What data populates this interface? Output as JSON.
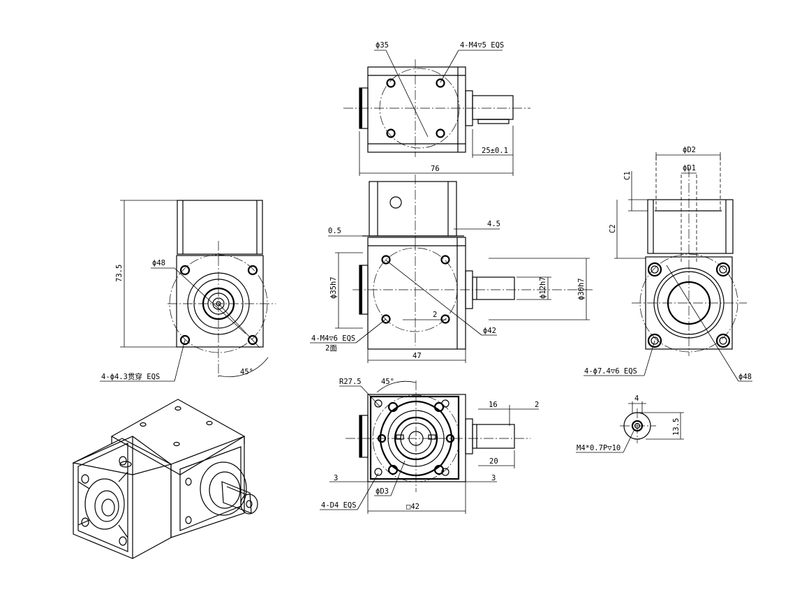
{
  "labels": {
    "top_phi35": "ϕ35",
    "top_taps": "4-M4▽5 EQS",
    "top_25": "25±0.1",
    "top_76": "76",
    "front_05": "0.5",
    "front_45": "4.5",
    "front_35h7": "ϕ35h7",
    "front_12h7": "ϕ12h7",
    "front_30h7": "ϕ30h7",
    "front_2": "2",
    "front_phi42": "ϕ42",
    "front_taps": "4-M4▽6 EQS",
    "front_2faces": "2面",
    "front_47": "47",
    "left_735": "73.5",
    "left_phi48": "ϕ48",
    "left_holes": "4-ϕ4.3贯穿 EQS",
    "left_45deg": "45°",
    "right_D2": "ϕD2",
    "right_D1": "ϕD1",
    "right_C1": "C1",
    "right_C2": "C2",
    "right_holes": "4-ϕ7.4▽6 EQS",
    "right_phi48": "ϕ48",
    "bot_R275": "R27.5",
    "bot_45deg": "45°",
    "bot_16": "16",
    "bot_2": "2",
    "bot_20": "20",
    "bot_3l": "3",
    "bot_3r": "3",
    "bot_D3": "ϕD3",
    "bot_D4": "4-D4 EQS",
    "bot_sq42": "□42",
    "detail_4": "4",
    "detail_135": "13.5",
    "detail_tap": "M4*0.7P▽10"
  }
}
